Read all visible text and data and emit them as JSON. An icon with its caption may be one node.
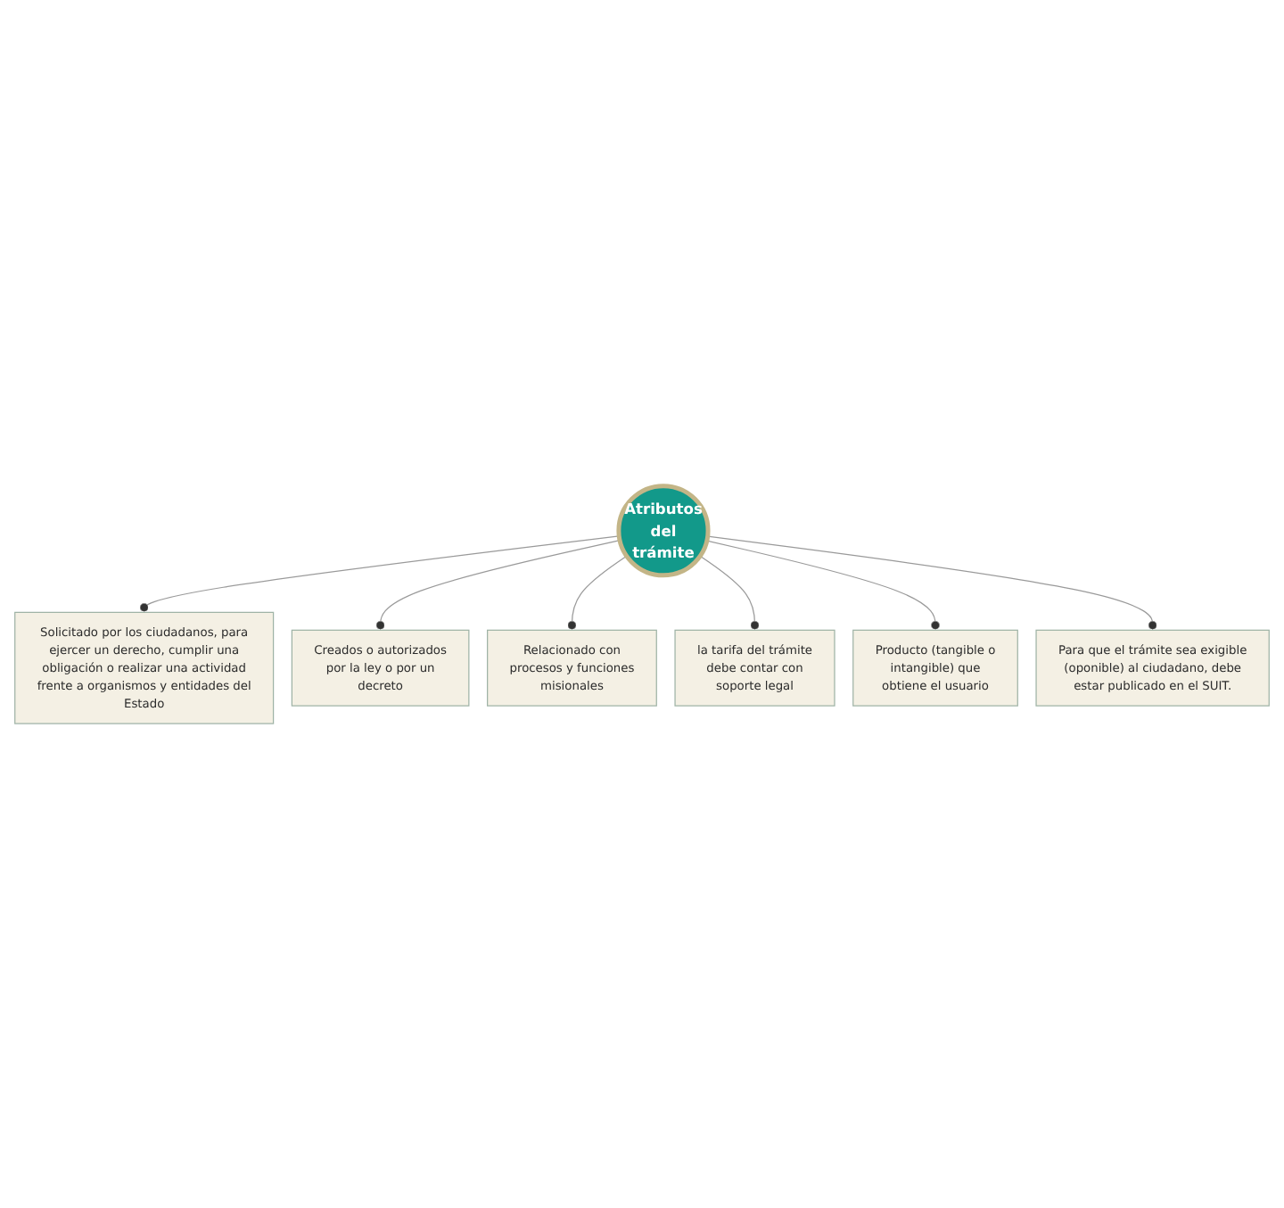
{
  "diagram": {
    "nodes": [
      {
        "text": [
          "Solicitado por los ciudadanos, para ejercer un derecho, cumplir una obligación o realizar una actividad frente a organismos y entidades del Estado"
        ]
      },
      {
        "text": [
          "Creados o autorizados por la ley o por un decreto"
        ]
      },
      {
        "text": [
          "Relacionado con procesos y funciones misionales"
        ]
      },
      {
        "text": [
          "Atributos del trámite"
        ]
      },
      {
        "text": [
          "la tarifa del trámite debe contar con soporte legal"
        ]
      },
      {
        "text": [
          "Producto (tangible o intangible) que obtiene el usuario"
        ]
      },
      {
        "text": [
          "Para que el trámite sea exigible (oponible) al ciudadano, debe estar publicado en el SUIT."
        ]
      }
    ],
    "edges": [
      {
        "from": 3,
        "to": 0,
        "arrow": "other"
      },
      {
        "from": 3,
        "to": 1,
        "arrow": "other"
      },
      {
        "from": 3,
        "to": 2,
        "arrow": "other"
      },
      {
        "from": 3,
        "to": 4,
        "arrow": "other"
      },
      {
        "from": 3,
        "to": 5,
        "arrow": "other"
      },
      {
        "from": 3,
        "to": 6,
        "arrow": "other"
      }
    ]
  }
}
